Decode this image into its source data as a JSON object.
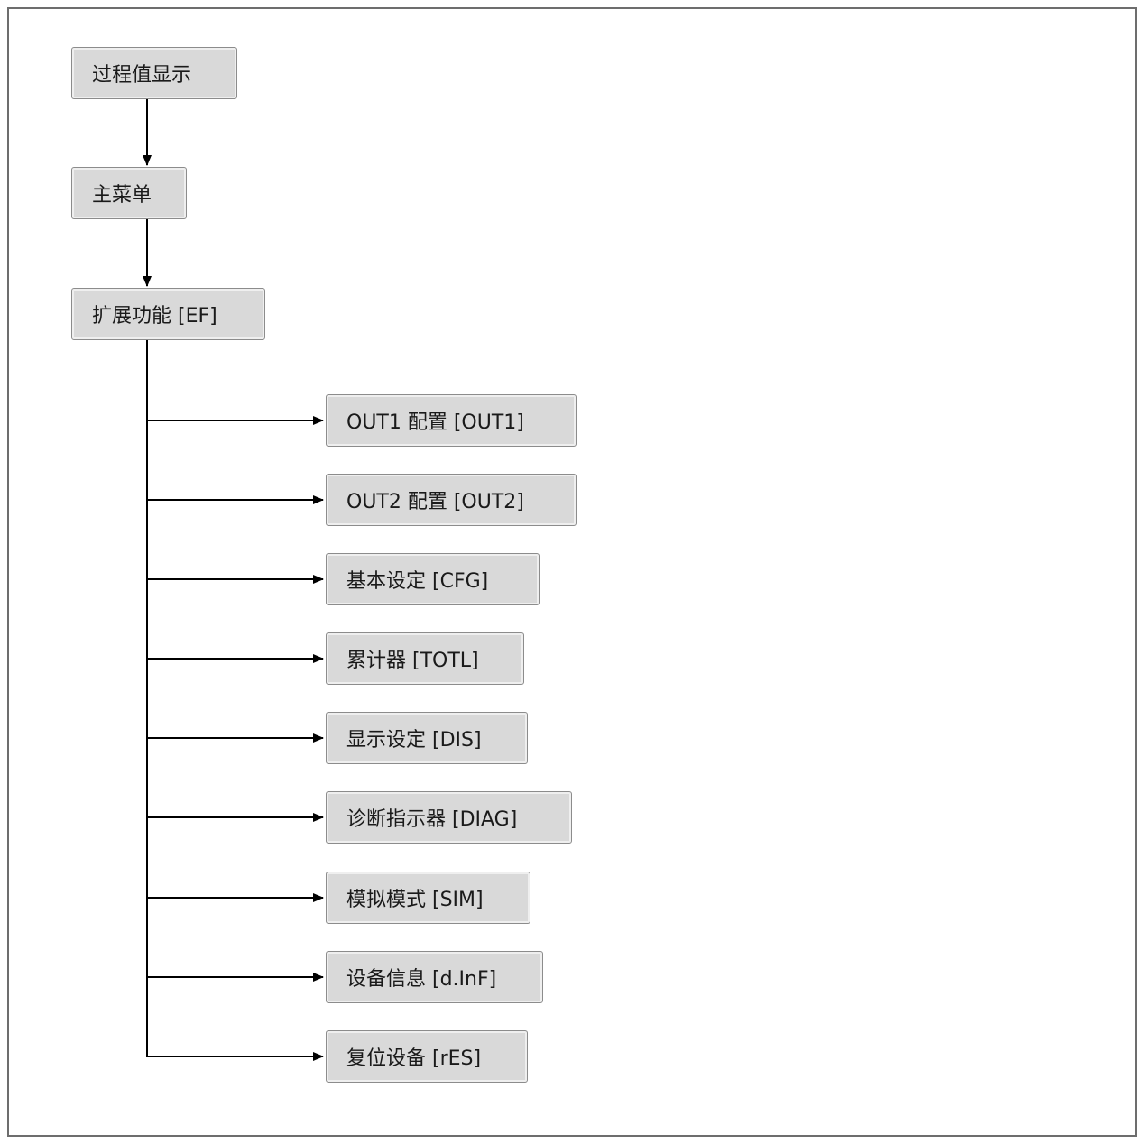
{
  "nodes": {
    "process_display": "过程值显示",
    "main_menu": "主菜单",
    "extended_functions": "扩展功能 [EF]",
    "out1": "OUT1 配置 [OUT1]",
    "out2": "OUT2 配置 [OUT2]",
    "cfg": "基本设定 [CFG]",
    "totl": "累计器 [TOTL]",
    "dis": "显示设定 [DIS]",
    "diag": "诊断指示器 [DIAG]",
    "sim": "模拟模式 [SIM]",
    "dinf": "设备信息 [d.InF]",
    "res": "复位设备 [rES]"
  },
  "colors": {
    "box_fill": "#d9d9d9",
    "box_border": "#8c8c8c",
    "line": "#000000",
    "frame": "#6d6d6d"
  }
}
